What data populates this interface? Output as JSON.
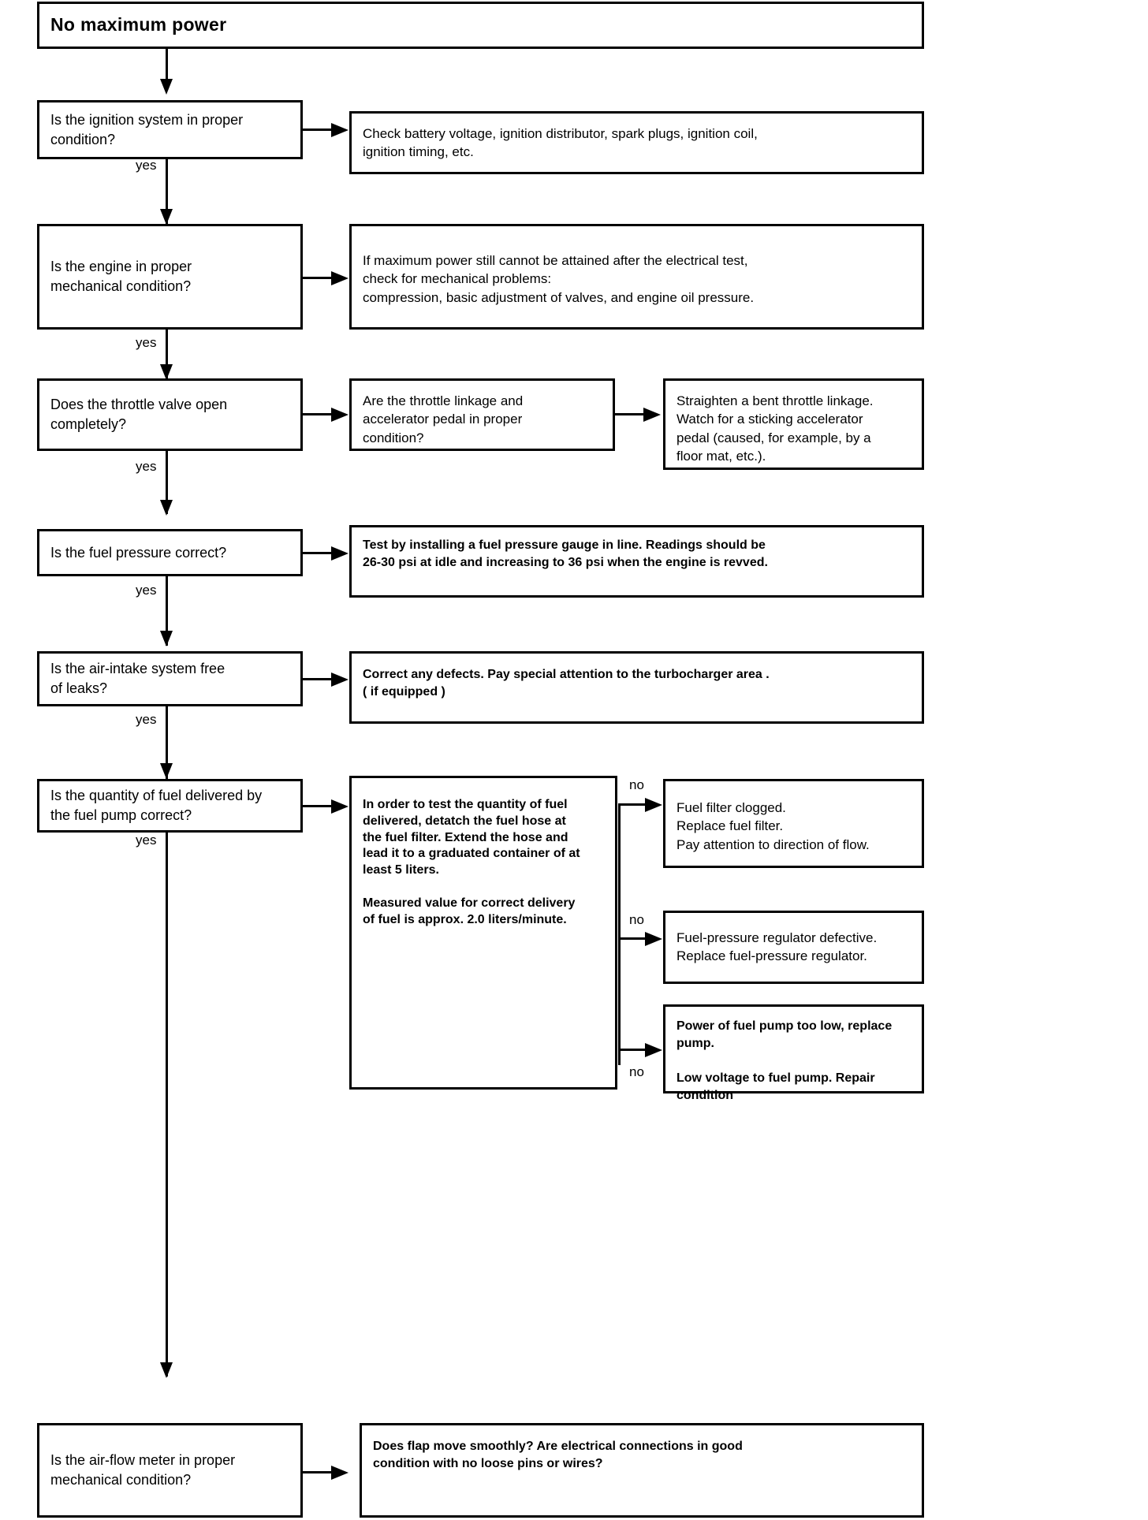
{
  "diagram": {
    "title": "No maximum power",
    "type": "troubleshooting-flowchart",
    "yes_label": "yes",
    "no_label": "no"
  },
  "nodes": {
    "title": {
      "text": "No maximum power"
    },
    "q1": {
      "text": "Is the ignition system in proper\ncondition?"
    },
    "a1": {
      "text": "Check battery voltage, ignition distributor, spark plugs, ignition coil,\nignition timing, etc."
    },
    "q2": {
      "text": "Is the engine in proper\nmechanical condition?"
    },
    "a2": {
      "text": "If maximum power still cannot be attained after the electrical test,\ncheck for mechanical problems:\ncompression, basic adjustment of valves, and engine oil pressure."
    },
    "q3": {
      "text": "Does the throttle valve open\ncompletely?"
    },
    "a3": {
      "text": "Are the throttle linkage and\naccelerator pedal in proper\ncondition?"
    },
    "a3b": {
      "text": "Straighten a bent throttle linkage.\nWatch for a sticking accelerator\npedal (caused, for example, by a\nfloor mat, etc.)."
    },
    "q4": {
      "text": "Is the fuel pressure correct?"
    },
    "a4": {
      "text": "Test by installing a fuel pressure gauge in line. Readings should be\n26-30 psi at idle and increasing to 36 psi when the engine is revved."
    },
    "q5": {
      "text": "Is the air-intake system free\nof leaks?"
    },
    "a5": {
      "text": "Correct any defects. Pay special attention to the turbocharger area .\n( if equipped )"
    },
    "q6": {
      "text": "Is the quantity of fuel delivered by\nthe fuel pump correct?"
    },
    "a6": {
      "text": "In order to test the quantity of fuel\ndelivered, detatch the fuel hose at\nthe fuel filter. Extend the hose and\nlead it to a graduated container of at\nleast 5 liters.\n\nMeasured value for correct delivery\nof fuel is approx. 2.0 liters/minute."
    },
    "a6n1": {
      "text": "Fuel filter clogged.\nReplace fuel filter.\nPay attention to direction of flow."
    },
    "a6n2": {
      "text": "Fuel-pressure regulator defective.\nReplace fuel-pressure regulator."
    },
    "a6n3": {
      "text": "Power of fuel pump too low, replace\npump.\n\n Low voltage to fuel pump. Repair\ncondition"
    },
    "q7": {
      "text": "Is the air-flow meter in proper\nmechanical condition?"
    },
    "a7": {
      "text": "Does flap move smoothly? Are electrical connections in good\ncondition with no loose pins or wires?"
    }
  },
  "edge_labels": {
    "yes1": "yes",
    "yes2": "yes",
    "yes3": "yes",
    "yes4": "yes",
    "yes5": "yes",
    "yes6": "yes",
    "no1": "no",
    "no2": "no",
    "no3": "no"
  },
  "colors": {
    "stroke": "#000000",
    "background": "#ffffff",
    "text": "#000000"
  }
}
